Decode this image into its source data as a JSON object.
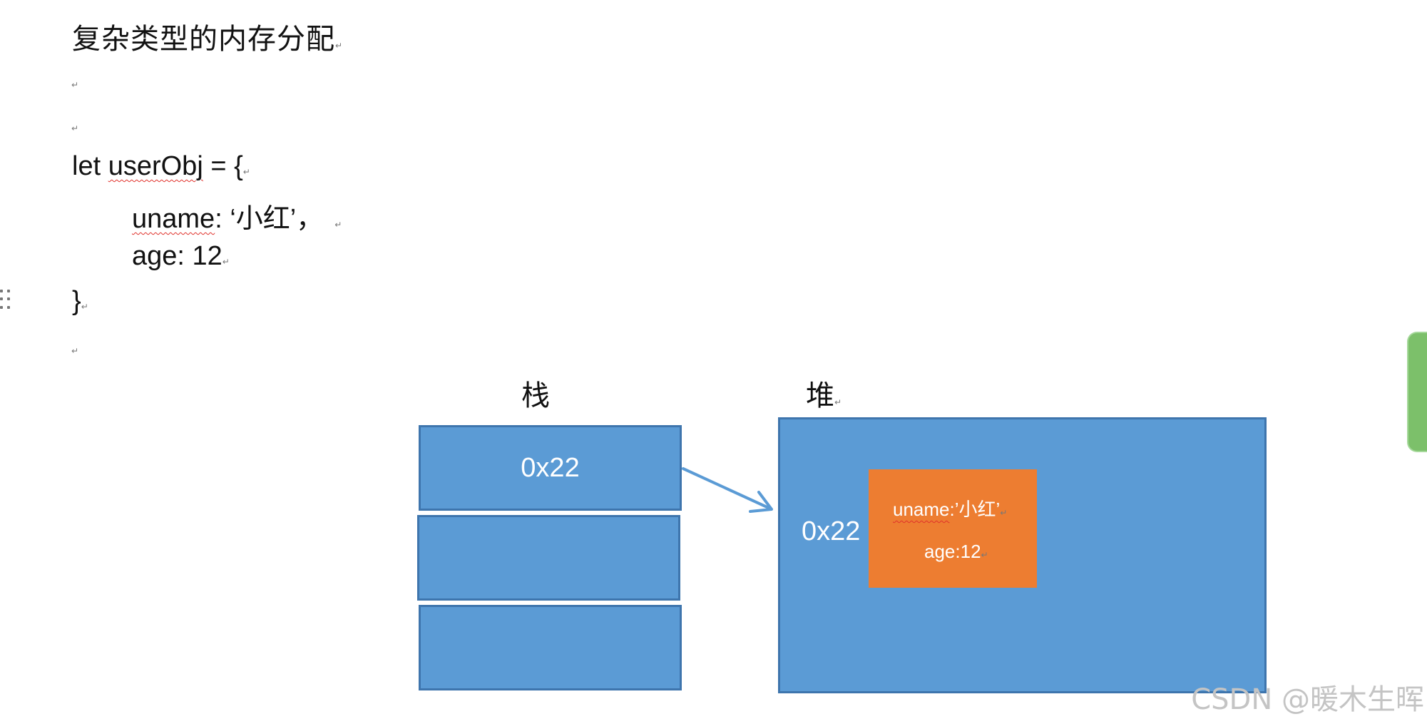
{
  "title": "复杂类型的内存分配",
  "code": {
    "line1_kw": "let ",
    "line1_var": "userObj",
    "line1_rest": " = {",
    "line2_key": "uname",
    "line2_rest": ": ‘小红’，",
    "line3": "age: 12",
    "line4": "}"
  },
  "para_mark": "↵",
  "diagram": {
    "stack_label": "栈",
    "heap_label": "堆",
    "stack_cells": [
      "0x22",
      "",
      ""
    ],
    "heap_address": "0x22",
    "object_line1_key": "uname",
    "object_line1_rest": ":’小红’",
    "object_line2": "age:12",
    "colors": {
      "box_fill": "#5b9bd5",
      "box_border": "#3e75ad",
      "object_fill": "#ed7d31",
      "arrow": "#5b9bd5"
    }
  },
  "watermark": "CSDN @暖木生晖"
}
